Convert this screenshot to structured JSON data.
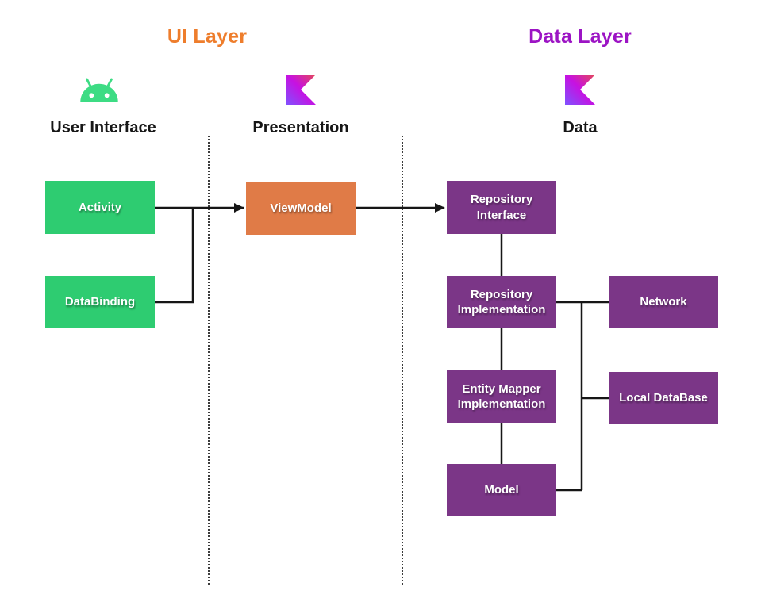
{
  "titles": {
    "ui_layer": "UI Layer",
    "data_layer": "Data Layer"
  },
  "sections": [
    {
      "label": "User Interface",
      "icon": "android-icon"
    },
    {
      "label": "Presentation",
      "icon": "kotlin-icon"
    },
    {
      "label": "Data",
      "icon": "kotlin-icon"
    }
  ],
  "boxes": {
    "activity": {
      "label": "Activity",
      "color": "green"
    },
    "databinding": {
      "label": "DataBinding",
      "color": "green"
    },
    "viewmodel": {
      "label": "ViewModel",
      "color": "orange"
    },
    "repository_interface": {
      "label": "Repository Interface",
      "color": "purple"
    },
    "repository_implementation": {
      "label": "Repository Implementation",
      "color": "purple"
    },
    "network": {
      "label": "Network",
      "color": "purple"
    },
    "entity_mapper_implementation": {
      "label": "Entity Mapper Implementation",
      "color": "purple"
    },
    "local_database": {
      "label": "Local DataBase",
      "color": "purple"
    },
    "model": {
      "label": "Model",
      "color": "purple"
    }
  },
  "edges": [
    {
      "from": "activity",
      "to": "viewmodel",
      "arrow": true
    },
    {
      "from": "databinding",
      "to": "viewmodel",
      "arrow": true
    },
    {
      "from": "viewmodel",
      "to": "repository_interface",
      "arrow": true
    },
    {
      "from": "repository_interface",
      "to": "repository_implementation",
      "arrow": false
    },
    {
      "from": "repository_implementation",
      "to": "network",
      "arrow": false
    },
    {
      "from": "repository_implementation",
      "to": "local_database",
      "arrow": false
    },
    {
      "from": "repository_implementation",
      "to": "entity_mapper_implementation",
      "arrow": false
    },
    {
      "from": "entity_mapper_implementation",
      "to": "model",
      "arrow": false
    },
    {
      "from": "model",
      "to": "local_database",
      "arrow": false
    }
  ],
  "colors": {
    "green": "#2ECC71",
    "orange": "#E07B47",
    "purple": "#7B3687",
    "ui_title": "#EE7D2C",
    "data_title": "#9C14C4",
    "android_green": "#3DDC84",
    "line": "#161616"
  }
}
